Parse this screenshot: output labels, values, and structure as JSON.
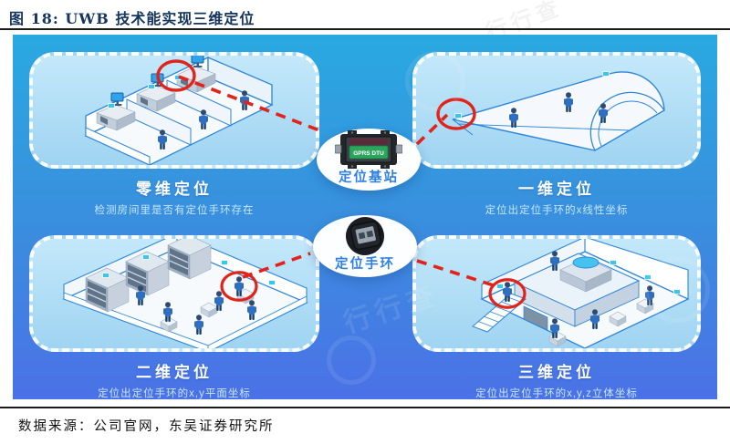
{
  "figure": {
    "title": "图 18:  UWB 技术能实现三维定位",
    "source": "数据来源：公司官网，东吴证券研究所"
  },
  "panels": [
    {
      "label": "零维定位",
      "caption": "检测房间里是否有定位手环存在"
    },
    {
      "label": "一维定位",
      "caption": "定位出定位手环的x线性坐标"
    },
    {
      "label": "二维定位",
      "caption": "定位出定位手环的x,y平面坐标"
    },
    {
      "label": "三维定位",
      "caption": "定位出定位手环的x,y,z立体坐标"
    }
  ],
  "center": {
    "base_station_label": "定位基站",
    "base_station_device_text": "GPRS DTU",
    "wristband_label": "定位手环"
  },
  "watermark": {
    "text": "行行查"
  },
  "colors": {
    "accent_red": "#E2231A",
    "banner_top": "#29A9E0",
    "banner_bottom": "#4B71E7",
    "panel_fill": "#AEDCF5",
    "label_blue": "#2F80E4",
    "title_navy": "#15355E",
    "scene_outline": "#2E86D8",
    "sensor_cyan": "#36C6F0",
    "device_green": "#2BA55C"
  }
}
